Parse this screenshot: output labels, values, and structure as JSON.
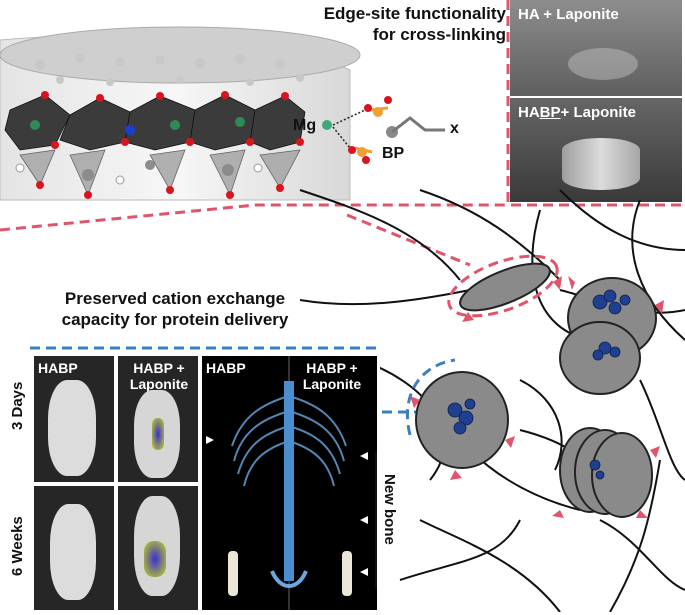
{
  "edge_title": "Edge-site functionality for cross-linking",
  "photo_top_label": "HA + Laponite",
  "photo_bottom_label": "HABP+ Laponite",
  "photo_bottom_label_parts": [
    "HA",
    "BP",
    "+ Laponite"
  ],
  "structure_labels": {
    "mg": "Mg",
    "bp": "BP",
    "x": "x"
  },
  "cation_title": "Preserved cation exchange capacity for protein delivery",
  "imaging": {
    "col_habp": "HABP",
    "col_habp_laponite": "HABP + Laponite",
    "ct_habp": "HABP",
    "ct_habp_laponite": "HABP + Laponite",
    "row_3days": "3 Days",
    "row_6weeks": "6 Weeks",
    "new_bone": "New bone"
  },
  "colors": {
    "pink_dash": "#e0556c",
    "blue_dash": "#3b7fc0",
    "disc_gray": "#8a8a8a",
    "crosslink": "#e0556c",
    "protein": "#1f3f8f"
  },
  "icons": [
    "arrowhead-marker-icon"
  ]
}
